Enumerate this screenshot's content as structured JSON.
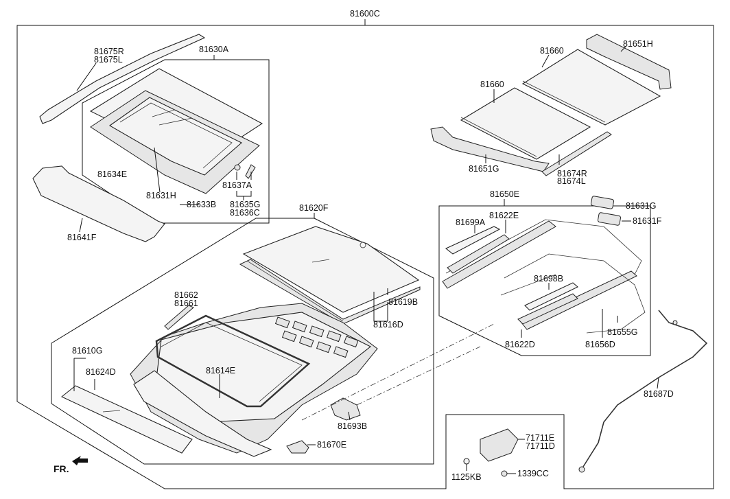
{
  "labels": {
    "l81600C": "81600C",
    "l81675R": "81675R",
    "l81675L": "81675L",
    "l81630A": "81630A",
    "l81634E": "81634E",
    "l81631H": "81631H",
    "l81637A": "81637A",
    "l81633B": "81633B",
    "l81635G": "81635G",
    "l81636C": "81636C",
    "l81641F": "81641F",
    "l81620F": "81620F",
    "l81619B": "81619B",
    "l81616D": "81616D",
    "l81662": "81662",
    "l81661": "81661",
    "l81610G": "81610G",
    "l81624D": "81624D",
    "l81614E": "81614E",
    "l81693B": "81693B",
    "l81670E": "81670E",
    "l81660a": "81660",
    "l81660b": "81660",
    "l81651H": "81651H",
    "l81651G": "81651G",
    "l81674R": "81674R",
    "l81674L": "81674L",
    "l81650E": "81650E",
    "l81631G": "81631G",
    "l81631F": "81631F",
    "l81699A": "81699A",
    "l81622Ea": "81622E",
    "l81698B": "81698B",
    "l81622D": "81622D",
    "l81656D": "81656D",
    "l81655G": "81655G",
    "l81687D": "81687D",
    "l71711E": "71711E",
    "l71711D": "71711D",
    "l1125KB": "1125KB",
    "l1339CC": "1339CC",
    "fr": "FR."
  }
}
